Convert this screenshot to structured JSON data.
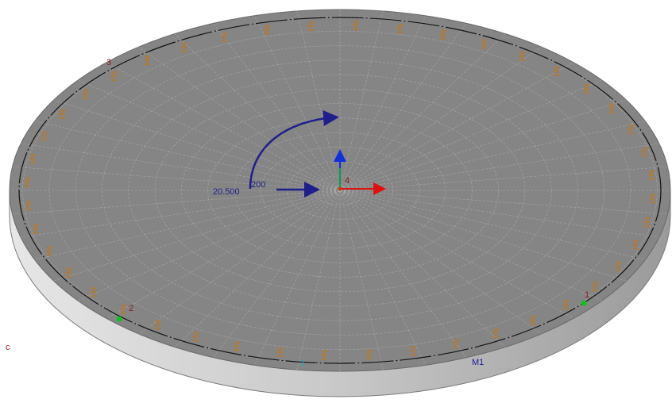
{
  "viewport": {
    "load_values": {
      "moment": "20.500",
      "force": "200"
    },
    "node_labels": [
      "1",
      "2",
      "3",
      "4",
      "1"
    ],
    "member_label": "M1",
    "corner_mark": "c",
    "colors": {
      "slab_top": "#858585",
      "slab_side": "#c8c8c8",
      "mesh_line": "#b0b0b0",
      "load_arrow": "#1f1f8c",
      "axis_x": "#e01010",
      "axis_y": "#10c020",
      "axis_z": "#1030e0",
      "node_label": "#8a1a1a",
      "support_icon": "#b07a3a",
      "member_label": "#1a1aa0",
      "node_marker": "#10c020"
    }
  }
}
